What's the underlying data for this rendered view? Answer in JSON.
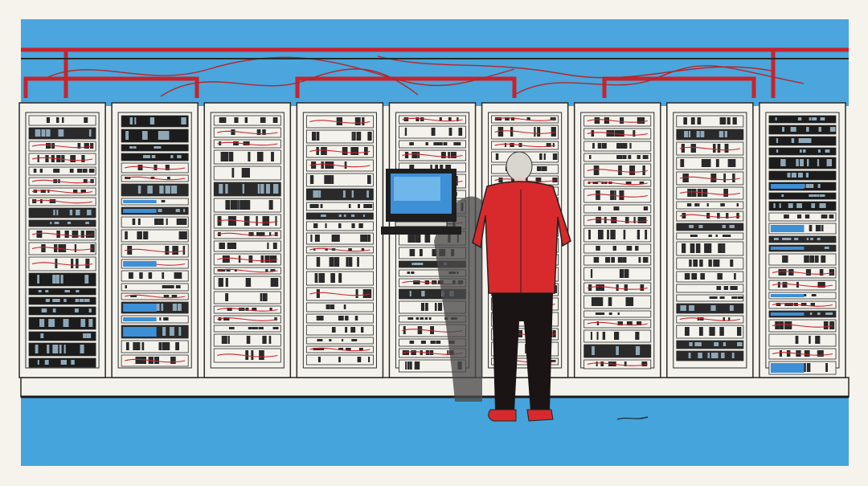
{
  "palette": {
    "paper": "#f6f3ec",
    "sky": "#4aa6dc",
    "floor": "#45a4dc",
    "rack_body": "#f4f2ec",
    "rack_line": "#2a2a2a",
    "cable_red": "#c9232c",
    "coat_red": "#d82a2c",
    "pants": "#1a1414",
    "hair": "#d9d6d0",
    "screen": "#3d8fd6",
    "shadow": "#4a4a4a"
  },
  "scene": {
    "rack_count": 9,
    "dark_racks": [
      1,
      8
    ]
  }
}
